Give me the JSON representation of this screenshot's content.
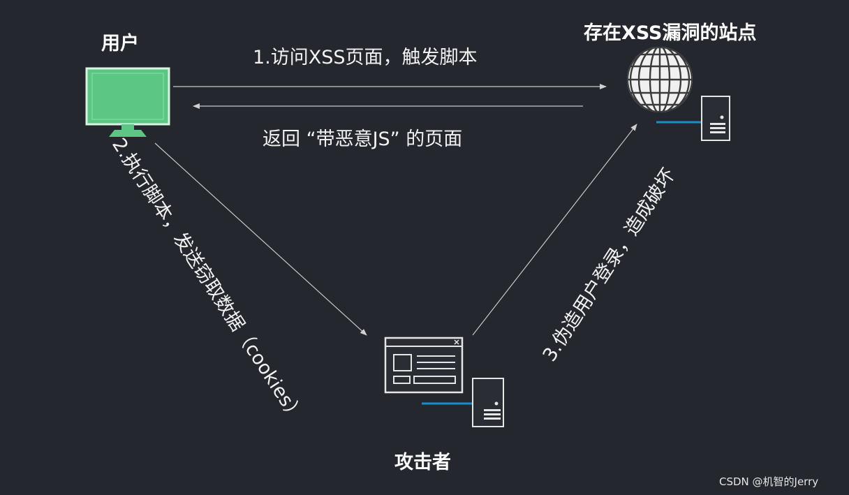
{
  "nodes": {
    "user": {
      "title": "用户"
    },
    "site": {
      "title": "存在XSS漏洞的站点"
    },
    "attacker": {
      "title": "攻击者"
    }
  },
  "edges": {
    "step1": {
      "label": "1.访问XSS页面，触发脚本"
    },
    "return": {
      "label": "返回 “带恶意JS” 的页面"
    },
    "step2": {
      "label": "2.执行脚本，发送窃取数据（cookies）"
    },
    "step3": {
      "label": "3.伪造用户登录，造成破坏"
    }
  },
  "watermark": {
    "text": "CSDN @机智的Jerry"
  },
  "colors": {
    "background": "#25272e",
    "monitor_green": "#5cc785",
    "server_accent": "#1a8ccc",
    "arrow": "#c8c8c8"
  },
  "icons": {
    "user": "monitor-icon",
    "site": "globe-icon",
    "server": "server-icon",
    "attacker": "browser-window-icon"
  }
}
